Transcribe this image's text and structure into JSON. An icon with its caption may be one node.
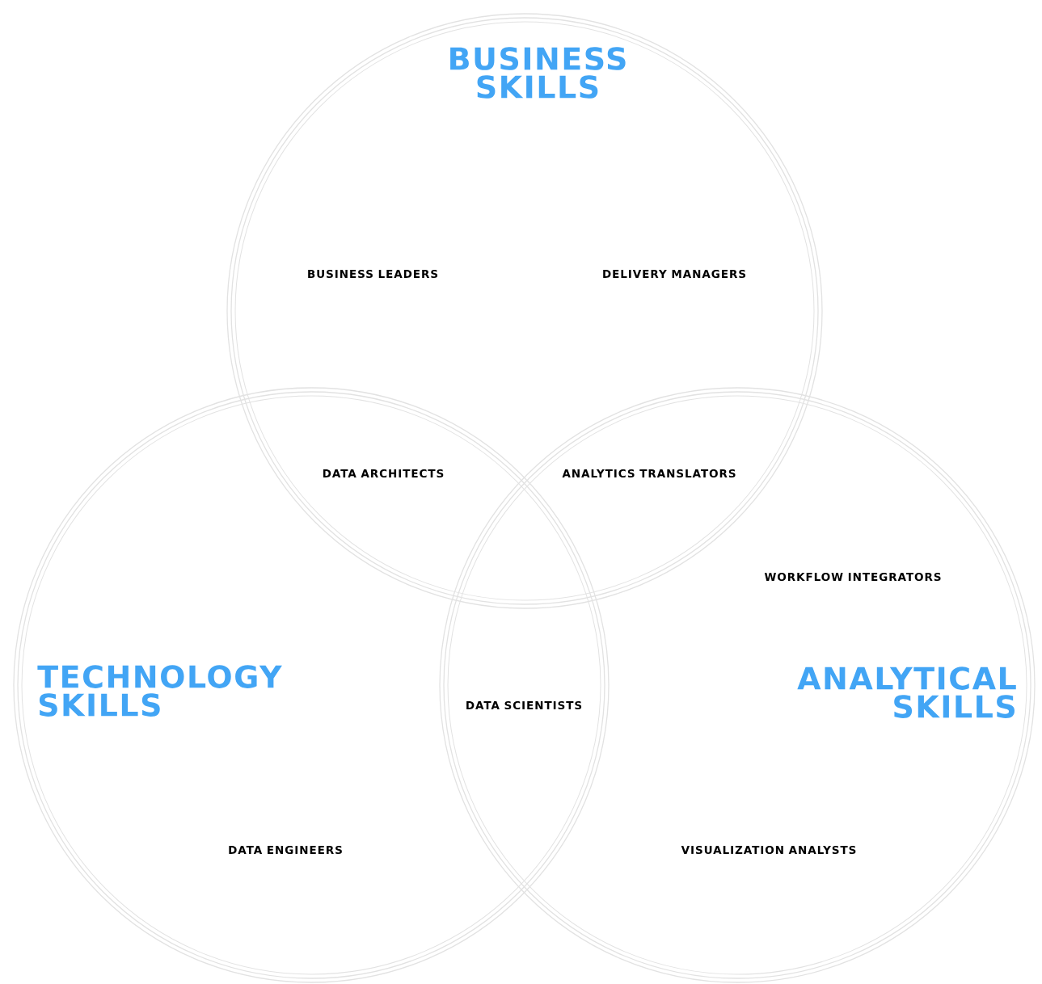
{
  "diagram": {
    "nodes": [
      {
        "text": [
          "BUSINESS SKILLS"
        ]
      },
      {
        "text": [
          "TECHNOLOGY SKILLS"
        ]
      },
      {
        "text": [
          "ANALYTICAL SKILLS"
        ]
      }
    ],
    "labels": [
      "BUSINESS LEADERS",
      "DELIVERY MANAGERS",
      "DATA ARCHITECTS",
      "ANALYTICS TRANSLATORS",
      "WORKFLOW INTEGRATORS",
      "DATA SCIENTISTS",
      "DATA ENGINEERS",
      "VISUALIZATION ANALYSTS"
    ]
  }
}
